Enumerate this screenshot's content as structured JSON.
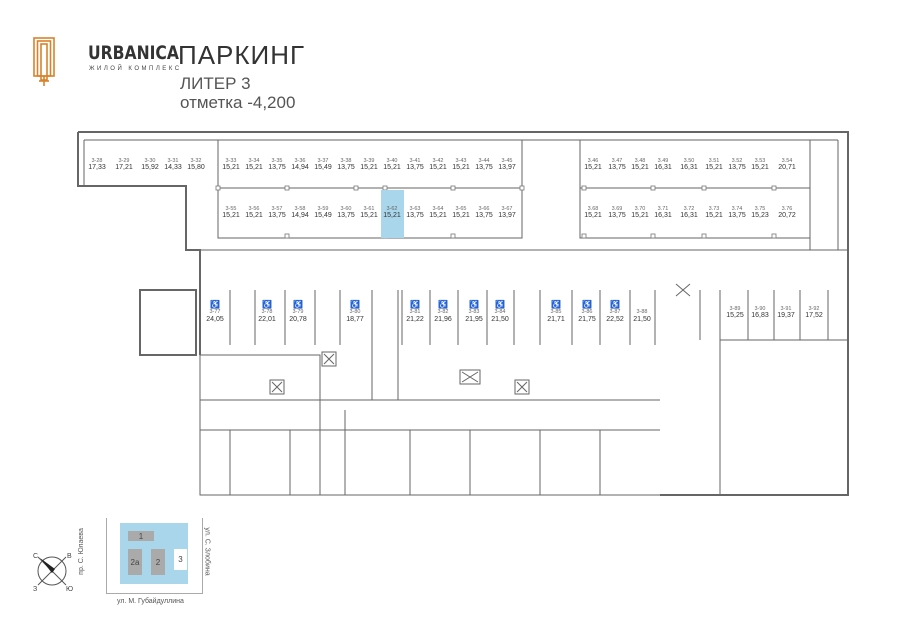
{
  "header": {
    "brand": "URBANICA",
    "brand_subtitle": "ЖИЛОЙ КОМПЛЕКС",
    "title": "ПАРКИНГ",
    "liter": "ЛИТЕР 3",
    "level": "отметка -4,200"
  },
  "colors": {
    "logo": "#d9822b",
    "selected": "#a9d6ea",
    "site": "#a9d6ea",
    "building": "#aaaaaa",
    "wall": "#555555"
  },
  "selected_spot": "3-62",
  "spots": {
    "top_left": [
      {
        "id": "3-28",
        "area": "17,33"
      },
      {
        "id": "3-29",
        "area": "17,21"
      },
      {
        "id": "3-30",
        "area": "15,92"
      },
      {
        "id": "3-31",
        "area": "14,33"
      },
      {
        "id": "3-32",
        "area": "15,80"
      }
    ],
    "row1_mid": [
      {
        "id": "3-33",
        "area": "15,21"
      },
      {
        "id": "3-34",
        "area": "15,21"
      },
      {
        "id": "3-35",
        "area": "13,75"
      },
      {
        "id": "3-36",
        "area": "14,94"
      },
      {
        "id": "3-37",
        "area": "15,49"
      },
      {
        "id": "3-38",
        "area": "13,75"
      },
      {
        "id": "3-39",
        "area": "15,21"
      },
      {
        "id": "3-40",
        "area": "15,21"
      },
      {
        "id": "3-41",
        "area": "13,75"
      },
      {
        "id": "3-42",
        "area": "15,21"
      },
      {
        "id": "3-43",
        "area": "15,21"
      },
      {
        "id": "3-44",
        "area": "13,75"
      },
      {
        "id": "3-45",
        "area": "13,97"
      }
    ],
    "row2_mid": [
      {
        "id": "3-55",
        "area": "15,21"
      },
      {
        "id": "3-56",
        "area": "15,21"
      },
      {
        "id": "3-57",
        "area": "13,75"
      },
      {
        "id": "3-58",
        "area": "14,94"
      },
      {
        "id": "3-59",
        "area": "15,49"
      },
      {
        "id": "3-60",
        "area": "13,75"
      },
      {
        "id": "3-61",
        "area": "15,21"
      },
      {
        "id": "3-62",
        "area": "15,21"
      },
      {
        "id": "3-63",
        "area": "13,75"
      },
      {
        "id": "3-64",
        "area": "15,21"
      },
      {
        "id": "3-65",
        "area": "15,21"
      },
      {
        "id": "3-66",
        "area": "13,75"
      },
      {
        "id": "3-67",
        "area": "13,97"
      }
    ],
    "row1_right": [
      {
        "id": "3.46",
        "area": "15,21"
      },
      {
        "id": "3.47",
        "area": "13,75"
      },
      {
        "id": "3.48",
        "area": "15,21"
      },
      {
        "id": "3.49",
        "area": "16,31"
      },
      {
        "id": "3.50",
        "area": "16,31"
      },
      {
        "id": "3.51",
        "area": "15,21"
      },
      {
        "id": "3.52",
        "area": "13,75"
      },
      {
        "id": "3.53",
        "area": "15,21"
      },
      {
        "id": "3.54",
        "area": "20,71"
      }
    ],
    "row2_right": [
      {
        "id": "3.68",
        "area": "15,21"
      },
      {
        "id": "3.69",
        "area": "13,75"
      },
      {
        "id": "3.70",
        "area": "15,21"
      },
      {
        "id": "3.71",
        "area": "16,31"
      },
      {
        "id": "3.72",
        "area": "16,31"
      },
      {
        "id": "3.73",
        "area": "15,21"
      },
      {
        "id": "3.74",
        "area": "13,75"
      },
      {
        "id": "3.75",
        "area": "15,23"
      },
      {
        "id": "3.76",
        "area": "20,72"
      }
    ],
    "lower": [
      {
        "id": "3-77",
        "area": "24,05",
        "accessible": true
      },
      {
        "id": "3-78",
        "area": "22,01",
        "accessible": true
      },
      {
        "id": "3-79",
        "area": "20,78",
        "accessible": true
      },
      {
        "id": "3-80",
        "area": "18,77",
        "accessible": true
      },
      {
        "id": "3-81",
        "area": "21,22",
        "accessible": true
      },
      {
        "id": "3-82",
        "area": "21,96",
        "accessible": true
      },
      {
        "id": "3-83",
        "area": "21,95",
        "accessible": true
      },
      {
        "id": "3-84",
        "area": "21,50",
        "accessible": true
      },
      {
        "id": "3-85",
        "area": "21,71",
        "accessible": true
      },
      {
        "id": "3-86",
        "area": "21,75",
        "accessible": true
      },
      {
        "id": "3-87",
        "area": "22,52",
        "accessible": true
      },
      {
        "id": "3-88",
        "area": "21,50",
        "accessible": false
      }
    ],
    "lower_right": [
      {
        "id": "3-89",
        "area": "15,25"
      },
      {
        "id": "3-90",
        "area": "16,83"
      },
      {
        "id": "3-91",
        "area": "19,37"
      },
      {
        "id": "3-92",
        "area": "17,52"
      }
    ]
  },
  "accessible_icon": "♿",
  "site_map": {
    "streets": {
      "west": "пр. С. Юлаева",
      "east": "ул. С. Злобина",
      "south": "ул. М. Губайдуллина"
    },
    "blocks": [
      "1",
      "2а",
      "2",
      "3"
    ],
    "compass": {
      "n": "С",
      "e": "В",
      "w": "З",
      "s": "Ю"
    }
  }
}
